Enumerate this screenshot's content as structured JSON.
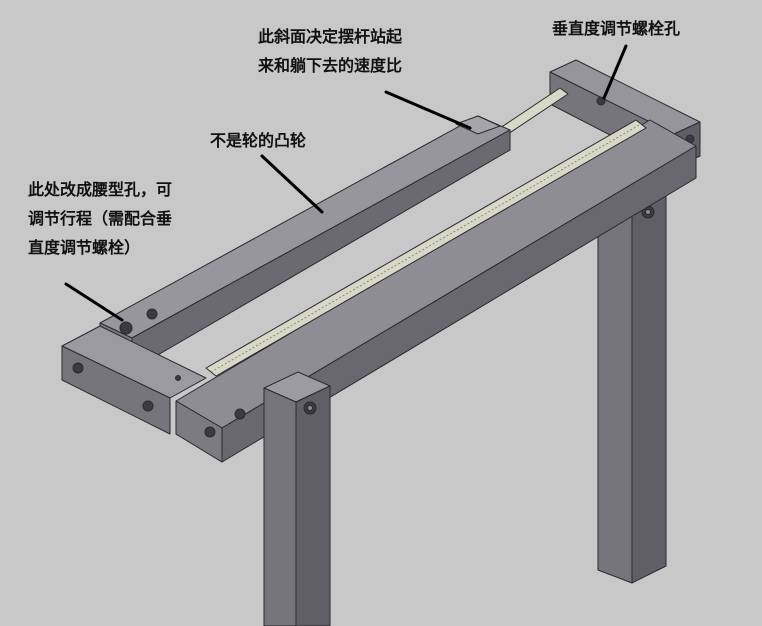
{
  "annotations": {
    "slope": [
      "此斜面决定摆杆站起",
      "来和躺下去的速度比"
    ],
    "vertical_bolt_hole": "垂直度调节螺栓孔",
    "not_cam": "不是轮的凸轮",
    "slot": [
      "此处改成腰型孔，可",
      "调节行程（需配合垂",
      "直度调节螺栓）"
    ]
  },
  "colors": {
    "background": "#c8c8c8",
    "metal_top": "#8f8f95",
    "metal_side": "#75757b",
    "metal_dark": "#5f5f65",
    "edge": "#2a2a2e",
    "screw_rod": "#d8d8c8",
    "text": "#111111"
  }
}
